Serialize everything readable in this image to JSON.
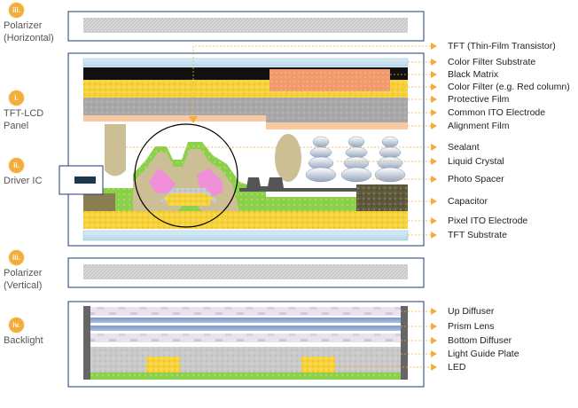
{
  "sections": [
    {
      "badge": "iii.",
      "label": "Polarizer\n(Horizontal)"
    },
    {
      "badge": "i.",
      "label": "TFT-LCD\nPanel"
    },
    {
      "badge": "ii.",
      "label": "Driver IC"
    },
    {
      "badge": "iii.",
      "label": "Polarizer\n(Vertical)"
    },
    {
      "badge": "iv.",
      "label": "Backlight"
    }
  ],
  "panel_callouts": [
    "TFT (Thin-Film Transistor)",
    "Color Filter Substrate",
    "Black Matrix",
    "Color Filter (e.g. Red column)",
    "Protective Film",
    "Common ITO Electrode",
    "Alignment Film",
    "Sealant",
    "Liquid Crystal",
    "Photo Spacer",
    "Capacitor",
    "Pixel ITO Electrode",
    "TFT Substrate"
  ],
  "backlight_callouts": [
    "Up Diffuser",
    "Prism Lens",
    "Bottom Diffuser",
    "Light Guide Plate",
    "LED"
  ],
  "colors": {
    "badge": "#f2ad3b",
    "leader": "#f2ad3b",
    "frame": "#1f3b73",
    "black_matrix": "#111111",
    "color_filter": "#f29a6b",
    "ito": "#f6d13a",
    "protective": "#a8a8a8",
    "alignment": "#f9c9a1",
    "sealant": "#cdbf95",
    "green": "#8ccf4a",
    "pink": "#ef8fd8",
    "capacitor": "#5f5a3e"
  }
}
